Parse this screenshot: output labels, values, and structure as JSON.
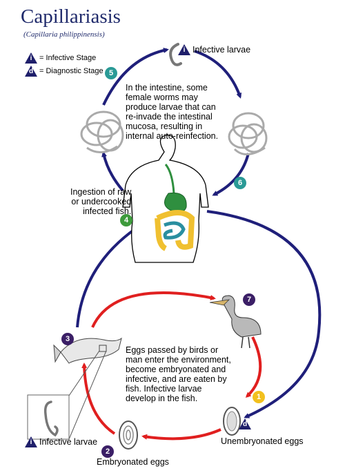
{
  "title": "Capillariasis",
  "subtitle": "(Capillaria philippinensis)",
  "legend": {
    "infective": {
      "symbol": "i",
      "label": "= Infective Stage"
    },
    "diagnostic": {
      "symbol": "d",
      "label": "= Diagnostic Stage"
    }
  },
  "stages": {
    "s1": {
      "number": "1",
      "label": "Unembryonated eggs",
      "color": "#f2c01e"
    },
    "s2": {
      "number": "2",
      "label": "Embryonated eggs",
      "color": "#3b1f66"
    },
    "s3": {
      "number": "3",
      "label": "Infective larvae",
      "color": "#3b1f66"
    },
    "s4": {
      "number": "4",
      "label": "Ingestion of raw\nor undercooked\ninfected fish.",
      "color": "#3d9a3b"
    },
    "s5": {
      "number": "5",
      "label": "Infective larvae",
      "color": "#2a9a96"
    },
    "s6": {
      "number": "6",
      "color": "#2a9a96"
    },
    "s7": {
      "number": "7",
      "color": "#3b1f66"
    }
  },
  "notes": {
    "autoinfection": "In the intestine, some\nfemale worms may\nproduce larvae that can\nre-invade the intestinal\nmucosa, resulting in\ninternal auto-reinfection.",
    "environment": "Eggs passed by birds or\nman enter the environment,\nbecome embryonated and\ninfective, and are eaten by\nfish.  Infective larvae\ndevelop in the fish."
  },
  "colors": {
    "blue_arrow": "#1f1f7a",
    "red_arrow": "#e01f1f",
    "title": "#1f2a6b",
    "stomach": "#2f8f3f",
    "intestine": "#f0c030",
    "small_intestine": "#2a8fa0"
  }
}
